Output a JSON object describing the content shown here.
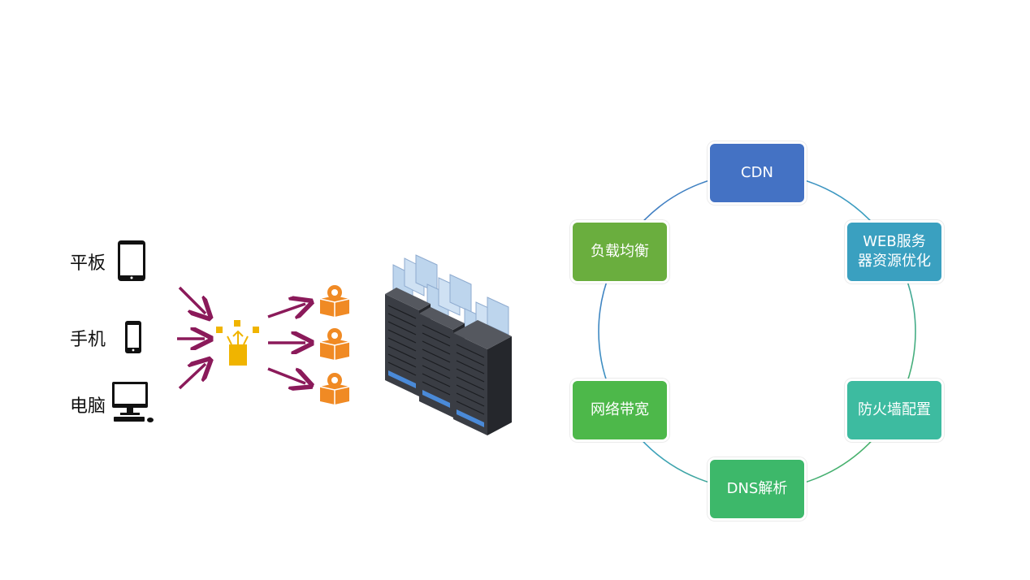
{
  "devices": {
    "tablet": "平板",
    "phone": "手机",
    "computer": "电脑"
  },
  "cycle": {
    "nodes": [
      {
        "label": "CDN",
        "color": "#4472c4"
      },
      {
        "label": "WEB服务\n器资源优化",
        "color": "#3aa0c0"
      },
      {
        "label": "防火墙配置",
        "color": "#3dbba0"
      },
      {
        "label": "DNS解析",
        "color": "#3db86a"
      },
      {
        "label": "网络带宽",
        "color": "#4db84a"
      },
      {
        "label": "负载均衡",
        "color": "#6aae3e"
      }
    ]
  },
  "colors": {
    "arrow": "#8b1a5a",
    "splitter": "#f0b400",
    "packages": "#f08a24",
    "server_body": "#3a3d44",
    "panel": "#a8c8e8"
  },
  "icons": {
    "tablet": "tablet-icon",
    "phone": "phone-icon",
    "computer": "desktop-computer-icon",
    "splitter": "distribution-icon",
    "package": "gear-box-icon",
    "servers": "server-rack-icon"
  }
}
